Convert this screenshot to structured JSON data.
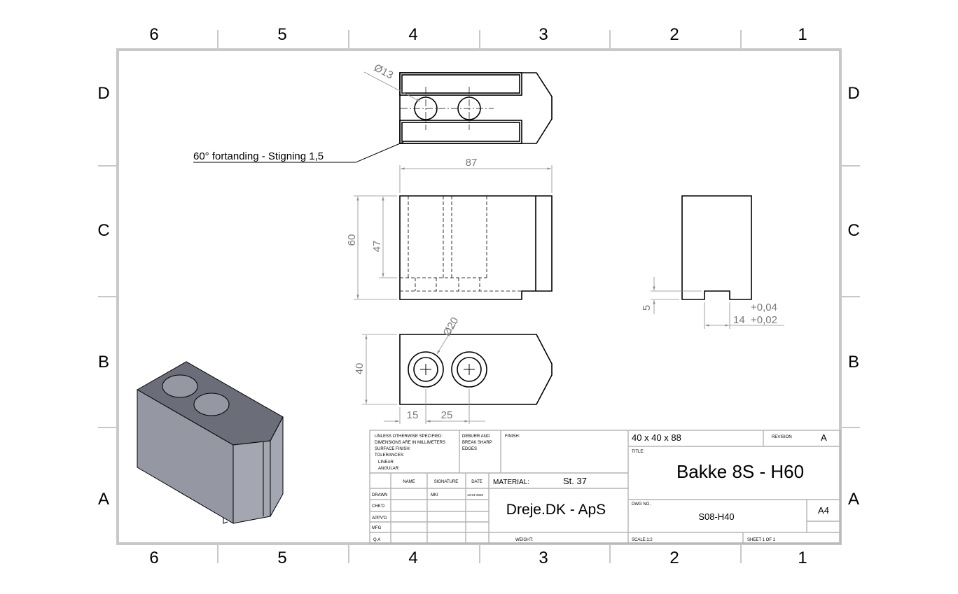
{
  "sheet": {
    "zones_horizontal": [
      "6",
      "5",
      "4",
      "3",
      "2",
      "1"
    ],
    "zones_vertical": [
      "D",
      "C",
      "B",
      "A"
    ]
  },
  "views": {
    "top": {
      "hole_diameter": "Ø13",
      "note": "60° fortanding - Stigning 1,5"
    },
    "front": {
      "width": "87",
      "height": "60",
      "inner_height": "47"
    },
    "side": {
      "slot_depth": "5",
      "slot_width": "14",
      "tol_upper": "+0,04",
      "tol_lower": "+0,02"
    },
    "bottom": {
      "counterbore_diameter": "Ø20",
      "depth": "40",
      "offset_first": "15",
      "spacing": "25"
    }
  },
  "title_block": {
    "tolerance_note": [
      "UNLESS OTHERWISE SPECIFIED:",
      "DIMENSIONS ARE IN MILLIMETERS",
      "SURFACE FINISH:",
      "TOLERANCES:",
      "LINEAR:",
      "ANGULAR:"
    ],
    "deburr_note": [
      "DEBURR AND",
      "BREAK SHARP",
      "EDGES"
    ],
    "finish_label": "FINISH:",
    "col_headers": [
      "NAME",
      "SIGNATURE",
      "DATE"
    ],
    "row_labels": [
      "DRAWN",
      "CHK'D",
      "APPV'D",
      "MFG",
      "Q.A"
    ],
    "drawn_signature": "MKI",
    "drawn_date": "13-04-2020",
    "material_label": "MATERIAL:",
    "material_value": "St. 37",
    "company": "Dreje.DK - ApS",
    "weight_label": "WEIGHT:",
    "size_note": "40 x 40 x 88",
    "revision_label": "REVISION",
    "revision_value": "A",
    "title_label": "TITLE:",
    "title": "Bakke 8S - H60",
    "dwg_label": "DWG NO.",
    "dwg_no": "S08-H40",
    "paper_size": "A4",
    "scale": "SCALE:1:2",
    "sheet": "SHEET 1 OF 1"
  },
  "colors": {
    "border": "#c8c8c8",
    "line": "#000000",
    "dimension": "#8c8c8c",
    "iso_top": "#6b6d78",
    "iso_left": "#9597a3",
    "iso_front": "#a4a6b2"
  }
}
